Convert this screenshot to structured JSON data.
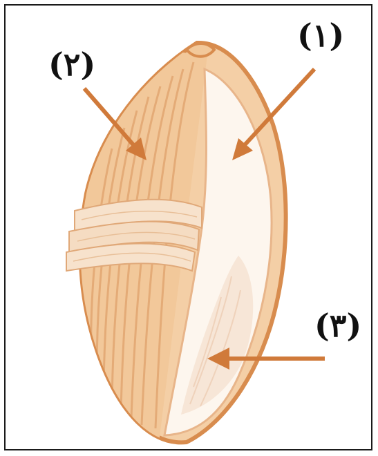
{
  "labels": {
    "one": "(١)",
    "two": "(٢)",
    "three": "(٣)"
  },
  "colors": {
    "arrow": "#d07a3a",
    "outline": "#d88c4e",
    "seed_coat": "#f2c89a",
    "endosperm": "#fdf6ee",
    "stripes": "#e9b98a"
  }
}
